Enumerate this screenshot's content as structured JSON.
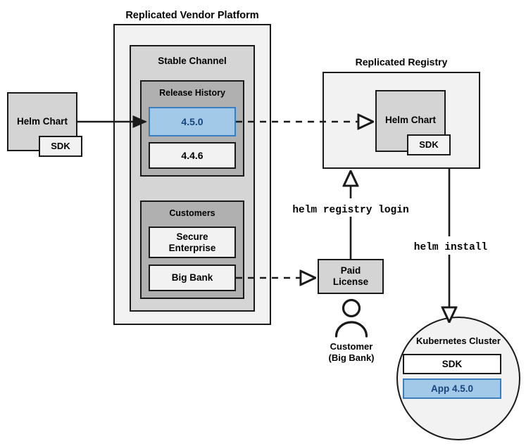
{
  "diagram": {
    "title_vendor_platform": "Replicated Vendor Platform",
    "title_registry": "Replicated Registry",
    "groups": {
      "stable_channel": "Stable Channel",
      "release_history": "Release History",
      "customers": "Customers"
    },
    "nodes": {
      "helm_chart_left": "Helm Chart",
      "sdk_left": "SDK",
      "release_current": "4.5.0",
      "release_previous": "4.4.6",
      "customer_secure_enterprise": "Secure\nEnterprise",
      "customer_secure_enterprise_line1": "Secure",
      "customer_secure_enterprise_line2": "Enterprise",
      "customer_big_bank": "Big Bank",
      "helm_chart_registry": "Helm Chart",
      "sdk_registry": "SDK",
      "paid_license_line1": "Paid",
      "paid_license_line2": "License",
      "customer_caption_line1": "Customer",
      "customer_caption_line2": "(Big Bank)",
      "kubernetes_cluster": "Kubernetes Cluster",
      "cluster_sdk": "SDK",
      "cluster_app": "App 4.5.0"
    },
    "commands": {
      "helm_registry_login": "helm registry login",
      "helm_install": "helm install"
    },
    "colors": {
      "accent_blue_fill": "#a3c9e9",
      "accent_blue_border": "#3b7ebf",
      "accent_blue_text": "#15457a",
      "stroke": "#1a1a1a",
      "container_outer": "#f2f2f2",
      "container_channel": "#d5d5d5",
      "container_group": "#b0b0b0",
      "chart_fill": "#d4d4d4",
      "white": "#ffffff"
    }
  }
}
